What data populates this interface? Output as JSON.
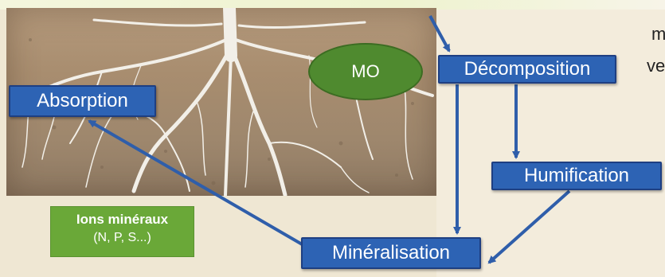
{
  "diagram": {
    "nodes": {
      "absorption": "Absorption",
      "decomposition": "Décomposition",
      "humification": "Humification",
      "mineralisation": "Minéralisation",
      "mo": "MO"
    },
    "ions": {
      "title": "Ions minéraux",
      "subtitle": "(N, P, S...)"
    },
    "page_fragments": {
      "line1": "m",
      "line2": "ve"
    },
    "colors": {
      "label_fill": "#2d63b4",
      "label_border": "#1e3f82",
      "arrow": "#2f5eaa",
      "mo_fill": "#4f8a2f",
      "ions_fill": "#6aa838",
      "root": "#f2efe8"
    }
  }
}
